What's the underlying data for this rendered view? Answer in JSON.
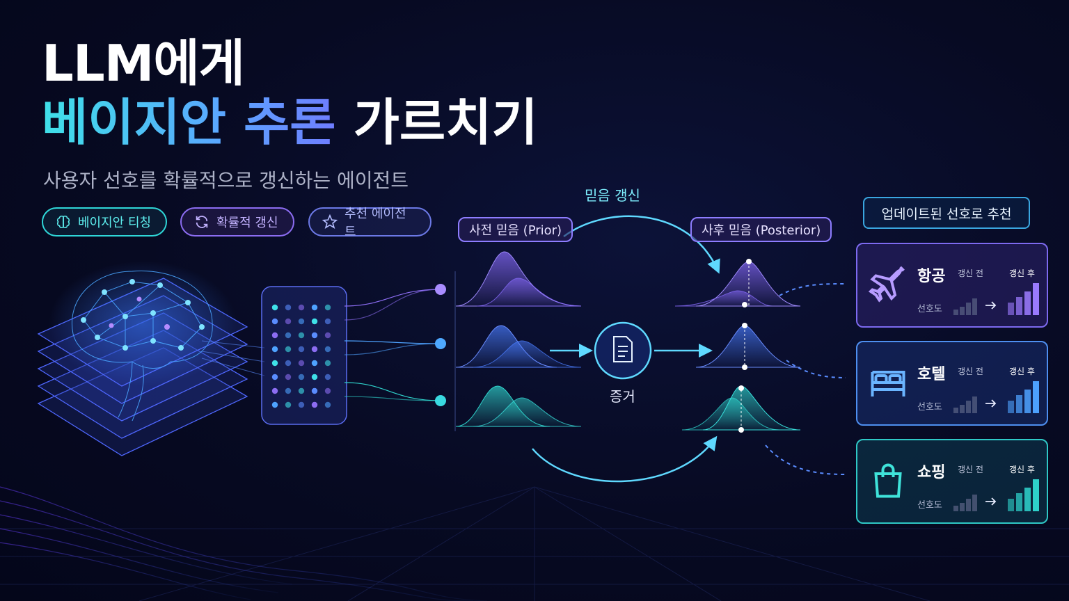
{
  "title": {
    "line1": "LLM에게",
    "line2_part1": "베이지안 추론",
    "line2_part2": "가르치기"
  },
  "subtitle": "사용자 선호를 확률적으로 갱신하는 에이전트",
  "tags": [
    "베이지안 티칭",
    "확률적 갱신",
    "추천 에이전트"
  ],
  "diagram": {
    "prior_label": "사전 믿음 (Prior)",
    "update_label": "믿음 갱신",
    "posterior_label": "사후 믿음 (Posterior)",
    "evidence_label": "증거",
    "recommend_title": "업데이트된 선호로 추천"
  },
  "cards": [
    {
      "category": "항공",
      "before": "갱신 전",
      "after": "갱신 후",
      "pref": "선호도",
      "icon": "airplane-icon",
      "color": "#9c7bff"
    },
    {
      "category": "호텔",
      "before": "갱신 전",
      "after": "갱신 후",
      "pref": "선호도",
      "icon": "bed-icon",
      "color": "#4ea2ff"
    },
    {
      "category": "쇼핑",
      "before": "갱신 전",
      "after": "갱신 후",
      "pref": "선호도",
      "icon": "shopping-bag-icon",
      "color": "#2fd3cc"
    }
  ],
  "colors": {
    "cyan": "#3fe0e8",
    "purple": "#8c6df2",
    "blue": "#5a8cff",
    "background": "#070a22"
  }
}
